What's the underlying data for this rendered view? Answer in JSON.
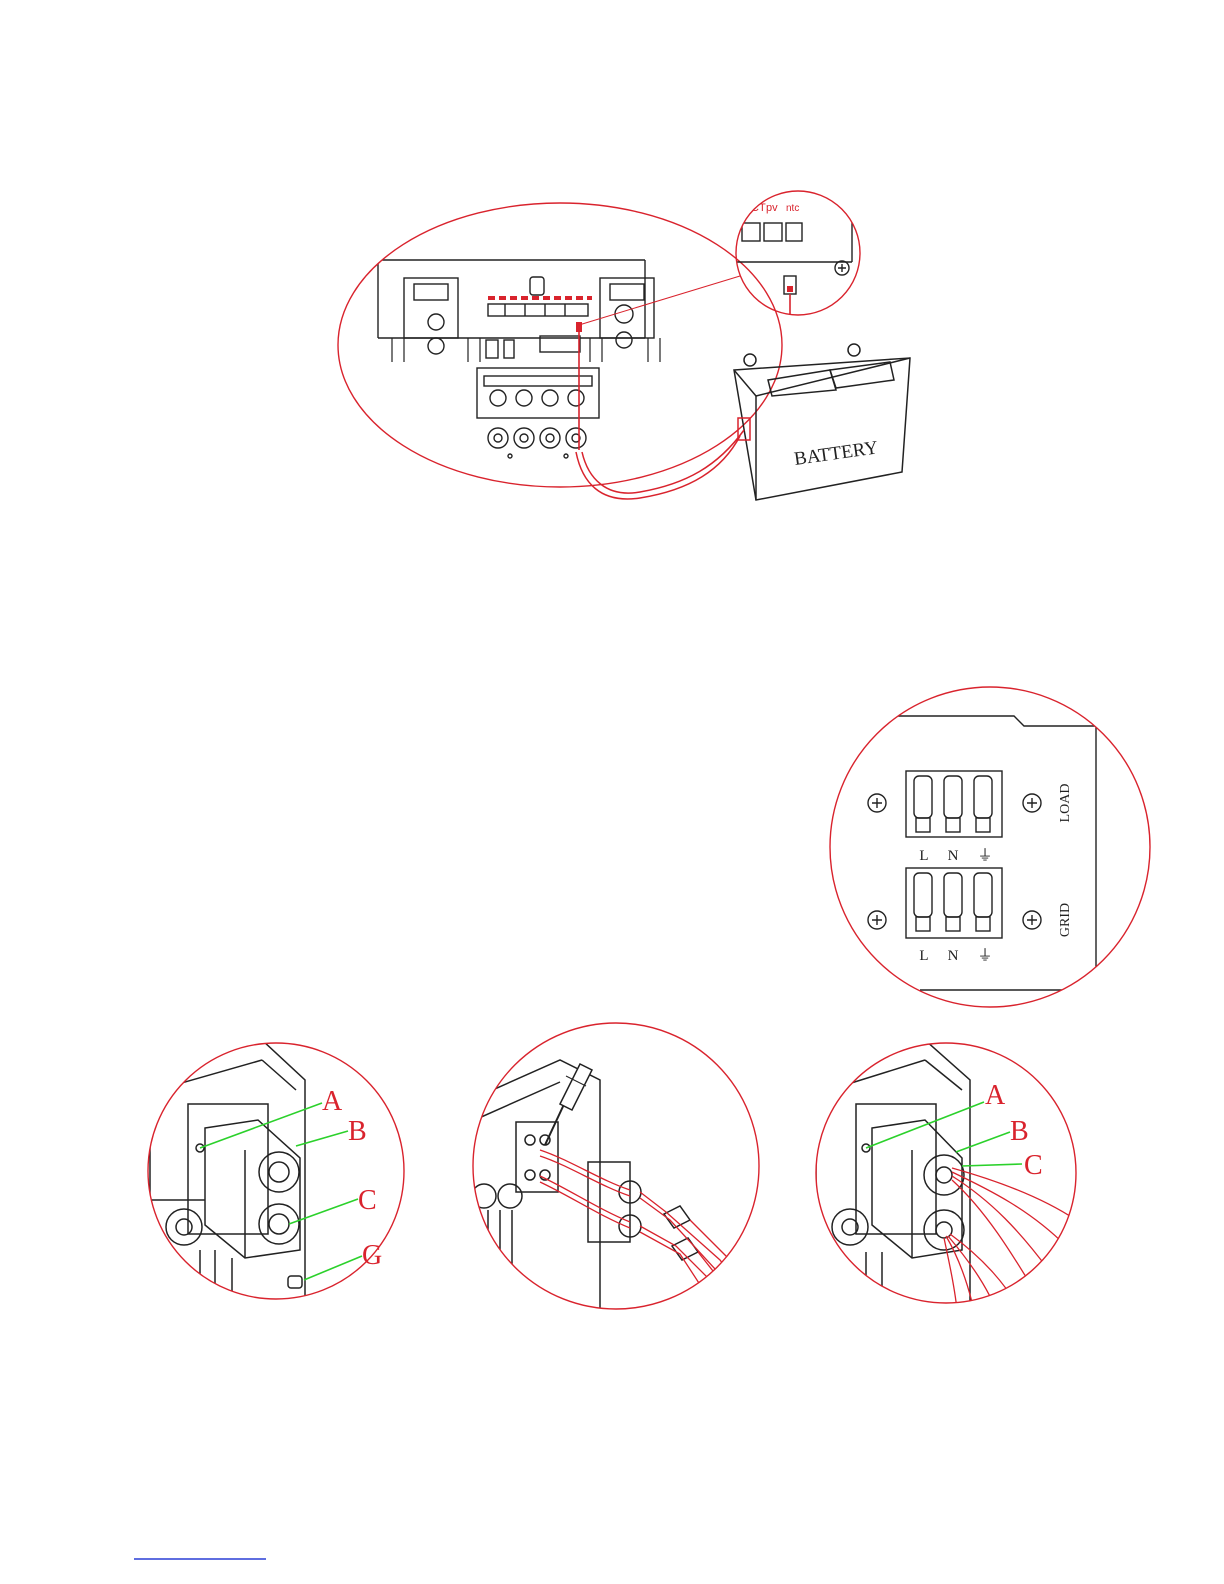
{
  "battery_diagram": {
    "battery_label": "BATTERY",
    "connector_labels": [
      "CT",
      "pv",
      "ntc"
    ]
  },
  "terminal_diagram": {
    "rows": [
      {
        "side_label": "LOAD",
        "terminals": [
          "L",
          "N",
          "⏚"
        ]
      },
      {
        "side_label": "GRID",
        "terminals": [
          "L",
          "N",
          "⏚"
        ]
      }
    ]
  },
  "gland_diagrams": {
    "left_callouts": [
      "A",
      "B",
      "C",
      "G"
    ],
    "right_callouts": [
      "A",
      "B",
      "C"
    ]
  },
  "colors": {
    "accent": "#d9232d",
    "line": "#222222",
    "callout_line": "#2bd12b"
  }
}
